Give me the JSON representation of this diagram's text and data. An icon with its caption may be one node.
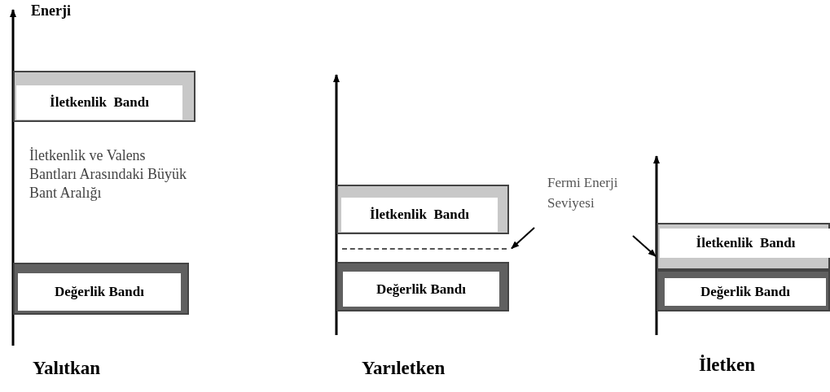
{
  "diagram": {
    "nodes": [
      {
        "text": [
          "İletkenlik  Bandı"
        ]
      },
      {
        "text": [
          "Değerlik Bandı"
        ]
      },
      {
        "text": [
          "İletkenlik  Bandı"
        ]
      },
      {
        "text": [],
        "shape": "line"
      },
      {
        "text": [
          "Değerlik Bandı"
        ]
      },
      {
        "text": [
          "Fermi Enerji Seviyesi"
        ]
      },
      {
        "text": [
          "İletkenlik  Bandı"
        ]
      },
      {
        "text": [
          "Değerlik Bandı"
        ]
      }
    ],
    "edges": [
      {
        "from": 5,
        "to": 3,
        "arrow": "to"
      },
      {
        "from": 5,
        "to": 6,
        "arrow": "to"
      }
    ],
    "labels": [
      "Enerji",
      "İletkenlik ve Valens Bantları Arasındaki Büyük Bant Aralığı",
      "Yalıtkan",
      "Yarıletken",
      "İletken"
    ]
  }
}
